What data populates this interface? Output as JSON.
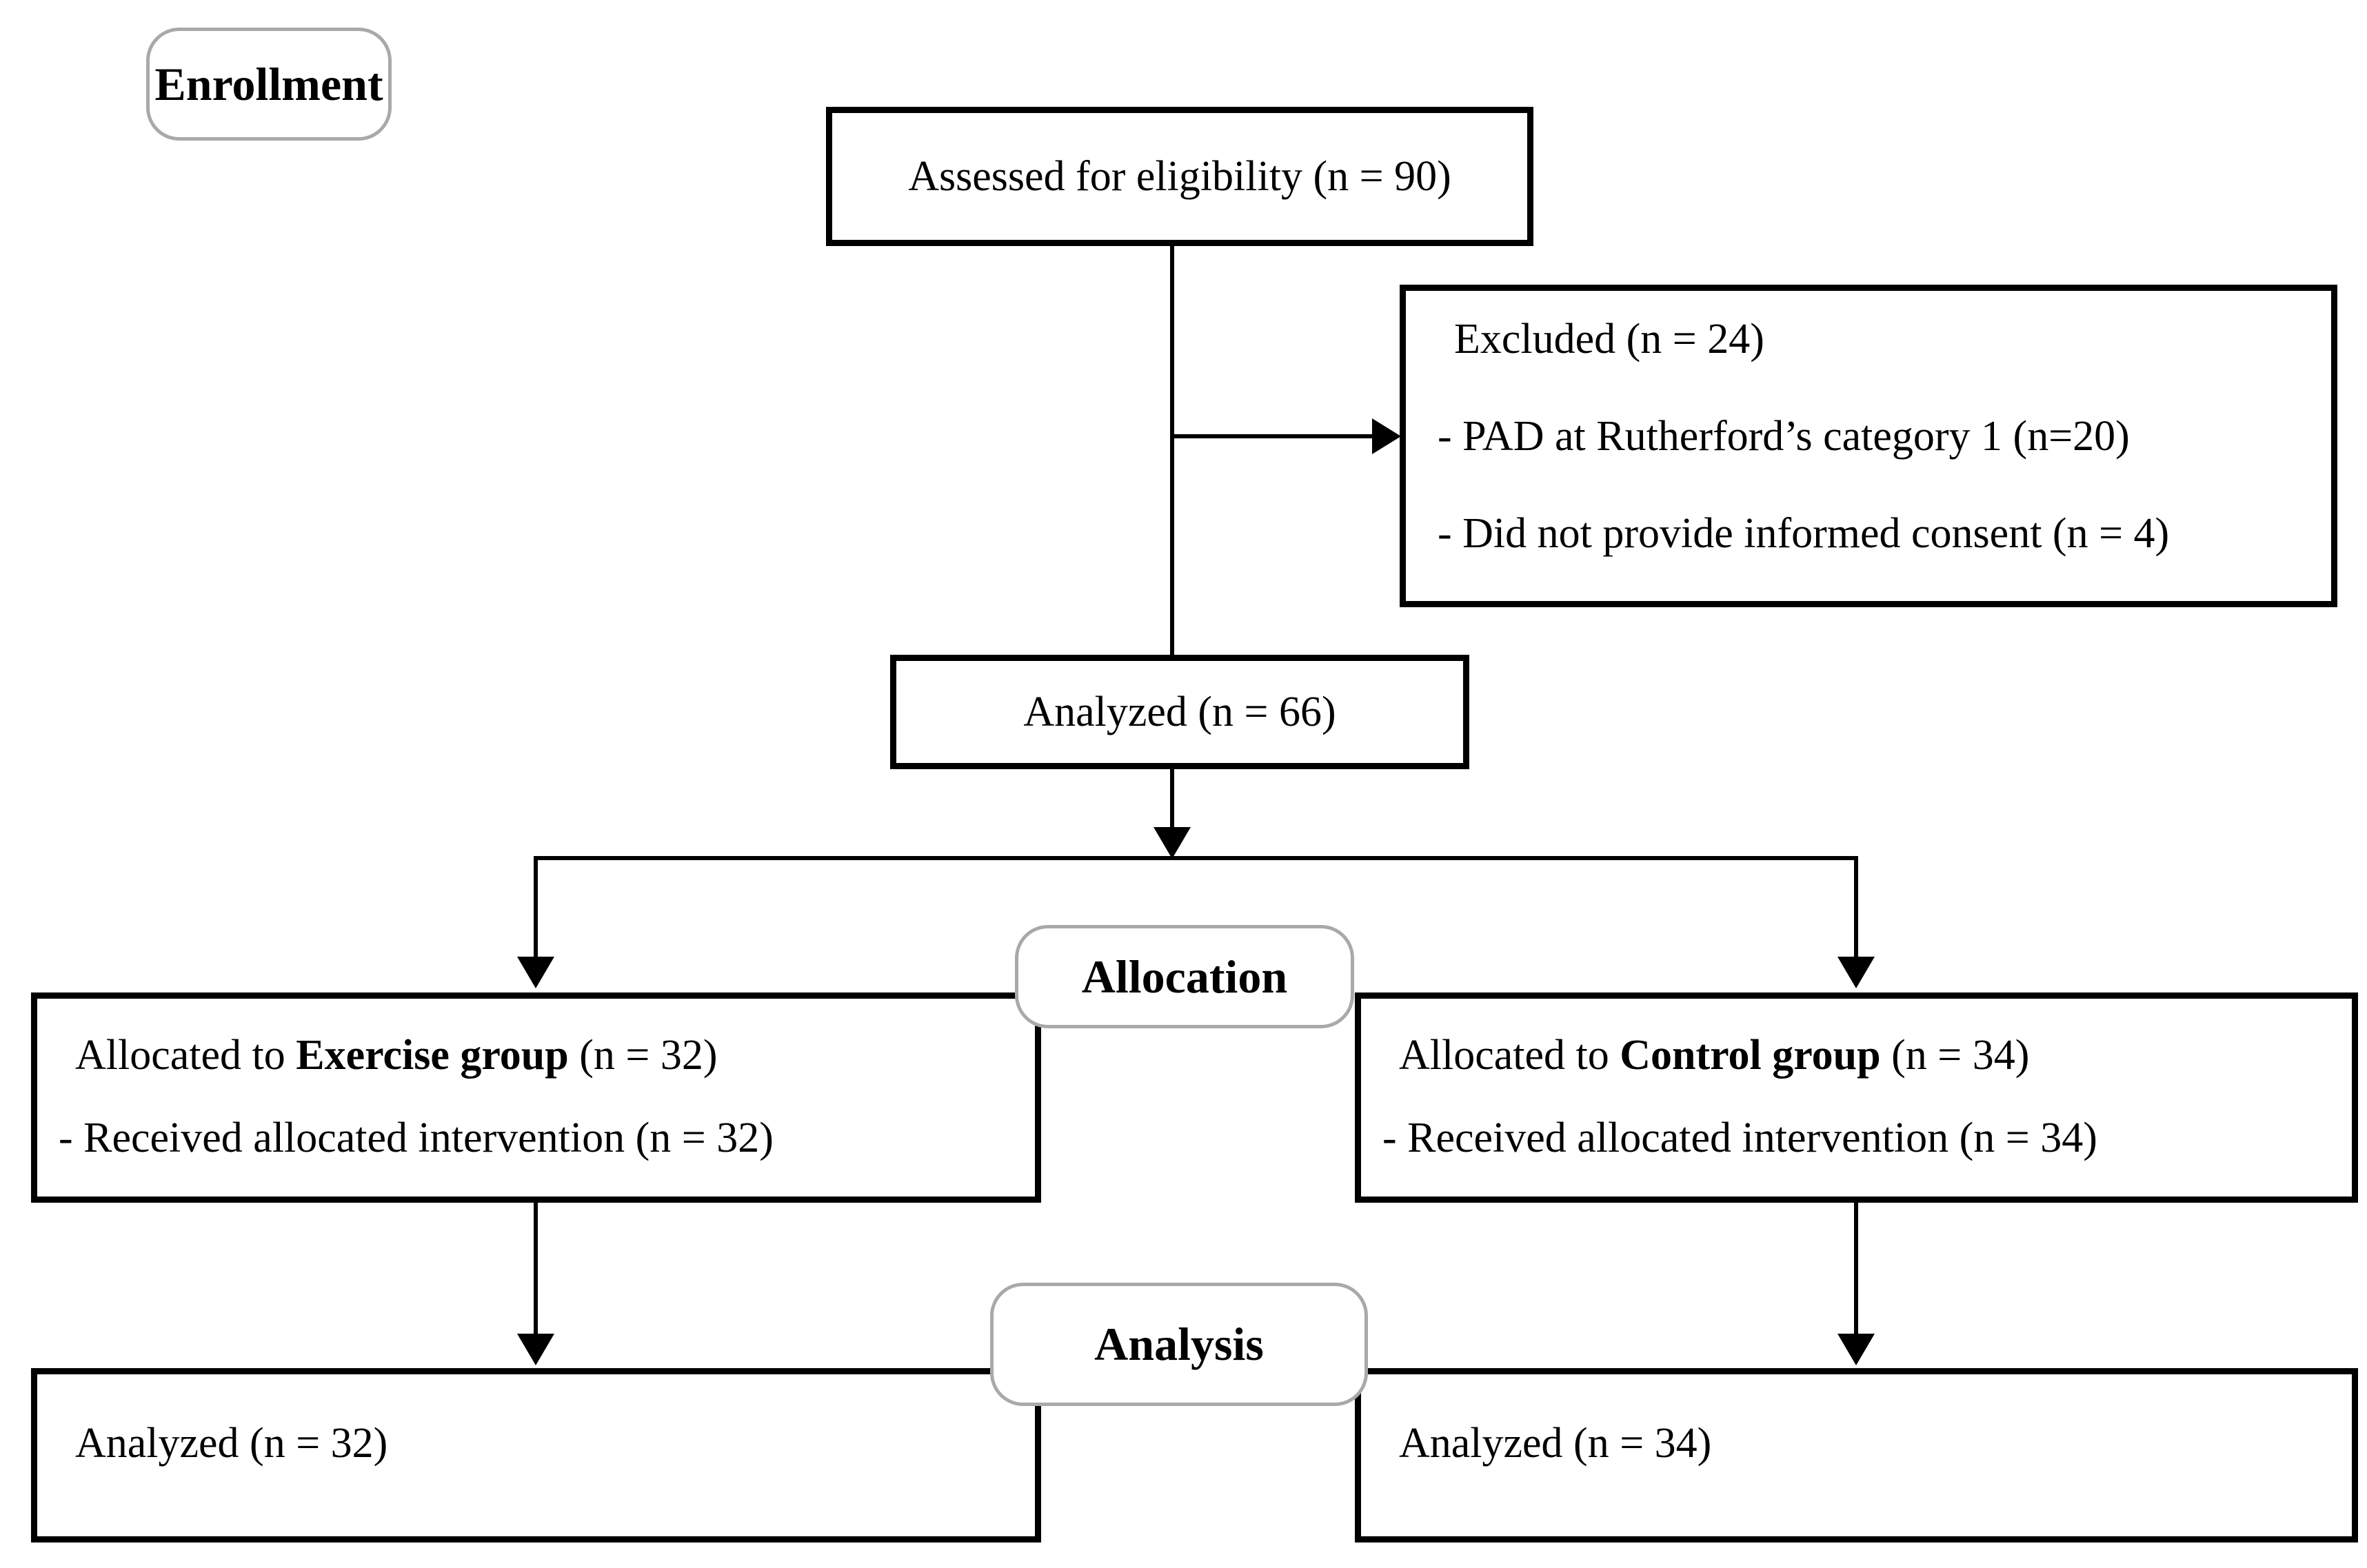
{
  "diagram": {
    "stage_labels": {
      "enrollment": "Enrollment",
      "allocation": "Allocation",
      "analysis": "Analysis"
    },
    "boxes": {
      "assessed": {
        "text": "Assessed for eligibility (n = 90)"
      },
      "excluded": {
        "title": "Excluded (n = 24)",
        "reasons": [
          "- PAD at Rutherford’s category 1 (n=20)",
          "- Did not provide informed consent (n = 4)"
        ]
      },
      "analyzed_total": {
        "text": "Analyzed (n = 66)"
      },
      "allocated_exercise": {
        "prefix": "Allocated to ",
        "group": "Exercise group",
        "suffix": " (n = 32)",
        "detail": "- Received allocated intervention (n = 32)"
      },
      "allocated_control": {
        "prefix": "Allocated to ",
        "group": "Control group",
        "suffix": " (n = 34)",
        "detail": "- Received allocated intervention (n = 34)"
      },
      "analyzed_exercise": {
        "text": "Analyzed (n = 32)"
      },
      "analyzed_control": {
        "text": "Analyzed (n = 34)"
      }
    },
    "colors": {
      "line": "#000000",
      "label_border": "#a9a9a9",
      "background": "#ffffff"
    }
  }
}
